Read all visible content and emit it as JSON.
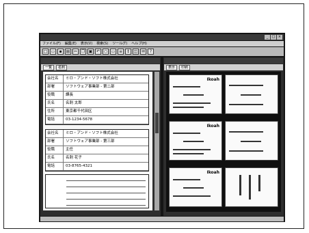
{
  "window": {
    "title": ""
  },
  "menu": [
    "ファイル(F)",
    "編集(E)",
    "表示(V)",
    "検索(S)",
    "ツール(T)",
    "ヘルプ(H)"
  ],
  "toolbar": {
    "icons": [
      "new-icon",
      "open-icon",
      "save-icon",
      "print-icon",
      "cut-icon",
      "copy-icon",
      "paste-icon",
      "undo-icon",
      "search-icon",
      "card-icon",
      "list-icon",
      "sort-icon",
      "scan-icon",
      "mail-icon",
      "help-icon"
    ]
  },
  "left_pane": {
    "header": "",
    "tabs": [
      "一覧",
      "名刺"
    ],
    "card1": [
      {
        "label": "会社名",
        "value": "ミロ・アンド・ソフト株式会社"
      },
      {
        "label": "部署",
        "value": "ソフトウェア事業部 - 第二部"
      },
      {
        "label": "役職",
        "value": "課長"
      },
      {
        "label": "氏名",
        "value": "名刺 太郎"
      },
      {
        "label": "住所",
        "value": "東京都千代田区"
      },
      {
        "label": "電話",
        "value": "03-1234-5678"
      }
    ],
    "card2": [
      {
        "label": "会社名",
        "value": "ミロ・アンド・ソフト株式会社"
      },
      {
        "label": "部署",
        "value": "ソフトウェア事業部 - 第三部"
      },
      {
        "label": "役職",
        "value": "主任"
      },
      {
        "label": "氏名",
        "value": "名刺 花子"
      },
      {
        "label": "電話",
        "value": "03-8765-4321"
      }
    ]
  },
  "right_pane": {
    "header": "",
    "tabs": [
      "表示",
      "印刷"
    ],
    "logo_text": "Ikoah",
    "thumbnail_count": 6
  },
  "status_bar": [
    "",
    "",
    ""
  ],
  "colors": {
    "frame": "#222222",
    "screen_bg": "#151515",
    "paper": "#fafafa"
  }
}
